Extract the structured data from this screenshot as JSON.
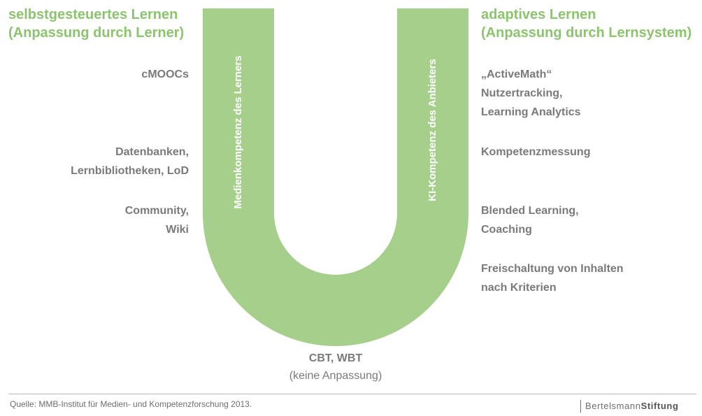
{
  "colors": {
    "accent_green": "#8cc46e",
    "u_fill": "#a6cf8c",
    "text_gray": "#7a7a7a"
  },
  "left_heading": {
    "line1": "selbstgesteuertes Lernen",
    "line2": "(Anpassung durch Lerner)"
  },
  "right_heading": {
    "line1": "adaptives Lernen",
    "line2": "(Anpassung durch Lernsystem)"
  },
  "u_shape": {
    "left_arm_label": "Medienkompetenz des Lerners",
    "right_arm_label": "KI-Kompetenz des Anbieters"
  },
  "left_items": [
    {
      "lines": [
        "cMOOCs"
      ]
    },
    {
      "lines": [
        "Datenbanken,",
        "Lernbibliotheken, LoD"
      ]
    },
    {
      "lines": [
        "Community,",
        "Wiki"
      ]
    }
  ],
  "right_items": [
    {
      "lines": [
        "„ActiveMath“",
        "Nutzertracking,",
        "Learning Analytics"
      ]
    },
    {
      "lines": [
        "Kompetenzmessung"
      ]
    },
    {
      "lines": [
        "Blended Learning,",
        "Coaching"
      ]
    },
    {
      "lines": [
        "Freischaltung von Inhalten",
        "nach Kriterien"
      ]
    }
  ],
  "bottom": {
    "title": "CBT, WBT",
    "subtitle": "(keine Anpassung)"
  },
  "footer": {
    "source": "Quelle: MMB-Institut für Medien- und Kompetenzforschung 2013.",
    "logo_part1": "Bertelsmann",
    "logo_part2": "Stiftung"
  }
}
